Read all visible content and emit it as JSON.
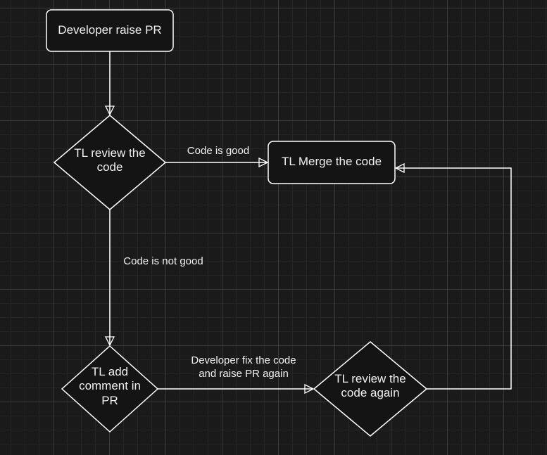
{
  "nodes": {
    "developer_raise_pr": "Developer raise PR",
    "tl_review_code": "TL review the\ncode",
    "tl_merge_code": "TL Merge the code",
    "tl_add_comment": "TL add\ncomment in\nPR",
    "tl_review_again": "TL review the\ncode again"
  },
  "edges": {
    "code_is_good": "Code is good",
    "code_is_not_good": "Code is not good",
    "developer_fix": "Developer fix the code\nand raise PR again"
  },
  "colors": {
    "background": "#1a1a1a",
    "stroke": "#ffffff",
    "text": "#f0f0f0"
  }
}
